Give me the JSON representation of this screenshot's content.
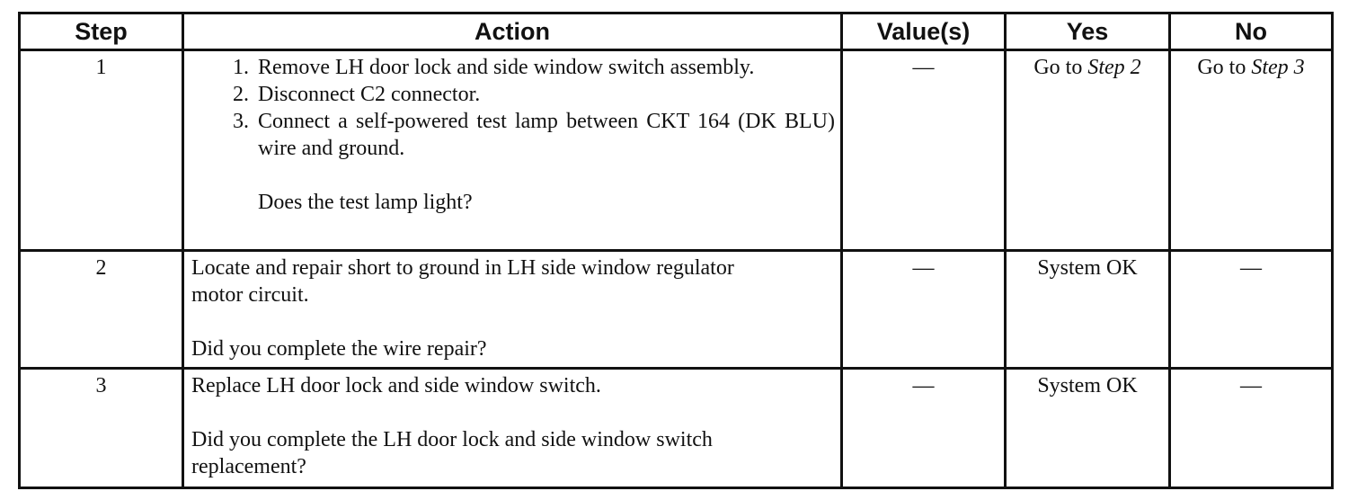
{
  "headers": {
    "step": "Step",
    "action": "Action",
    "values": "Value(s)",
    "yes": "Yes",
    "no": "No"
  },
  "rows": [
    {
      "step": "1",
      "actions": [
        "Remove LH door lock and side window switch assembly.",
        "Disconnect C2 connector.",
        "Connect a self-powered test lamp between CKT 164 (DK BLU) wire and ground."
      ],
      "question": "Does the test lamp light?",
      "value": "—",
      "yes_prefix": "Go to ",
      "yes_ref": "Step 2",
      "no_prefix": "Go to ",
      "no_ref": "Step 3"
    },
    {
      "step": "2",
      "text": "Locate and repair short to ground in LH side window regulator motor circuit.",
      "question": "Did you complete the wire repair?",
      "value": "—",
      "yes": "System OK",
      "no": "—"
    },
    {
      "step": "3",
      "text": "Replace LH door lock and side window switch.",
      "question": "Did you complete the LH door lock and side window switch replacement?",
      "value": "—",
      "yes": "System OK",
      "no": "—"
    }
  ]
}
